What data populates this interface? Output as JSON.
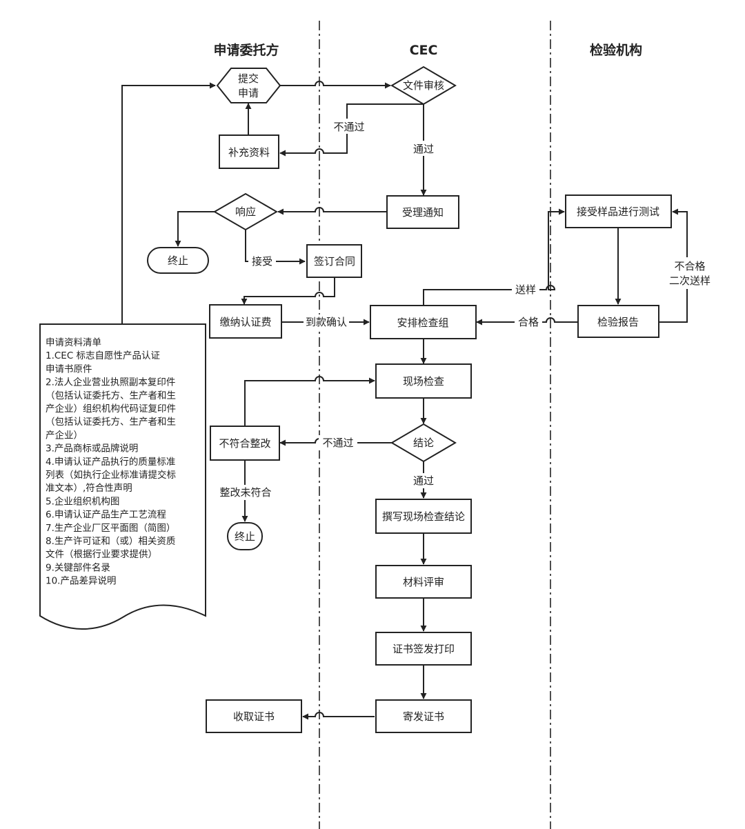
{
  "lanes": {
    "applicant": "申请委托方",
    "cec": "CEC",
    "lab": "检验机构"
  },
  "nodes": {
    "submit_line1": "提交",
    "submit_line2": "申请",
    "doc_review": "文件审核",
    "supplement": "补充资料",
    "accept_notice": "受理通知",
    "respond": "响应",
    "end1": "终止",
    "sign_contract": "签订合同",
    "pay_fee": "缴纳认证费",
    "arrange_team": "安排检查组",
    "sample_test": "接受样品进行测试",
    "test_report": "检验报告",
    "onsite_check": "现场检查",
    "conclusion": "结论",
    "noncompliant": "不符合整改",
    "end2": "终止",
    "write_conclusion": "撰写现场检查结论",
    "material_review": "材料评审",
    "cert_print": "证书签发打印",
    "mail_cert": "寄发证书",
    "receive_cert": "收取证书"
  },
  "edges": {
    "fail1": "不通过",
    "pass1": "通过",
    "accept": "接受",
    "payment_confirm": "到款确认",
    "send_sample": "送样",
    "qualified": "合格",
    "unqualified_line1": "不合格",
    "unqualified_line2": "二次送样",
    "fail2": "不通过",
    "pass2": "通过",
    "rectify_fail": "整改未符合"
  },
  "checklist": {
    "lines": [
      "申请资料清单",
      "1.CEC 标志自愿性产品认证",
      "申请书原件",
      "2.法人企业营业执照副本复印件",
      "（包括认证委托方、生产者和生",
      "产企业）组织机构代码证复印件",
      "（包括认证委托方、生产者和生",
      "产企业）",
      "3.产品商标或品牌说明",
      "4.申请认证产品执行的质量标准",
      "列表（如执行企业标准请提交标",
      "准文本）,符合性声明",
      "5.企业组织机构图",
      "6.申请认证产品生产工艺流程",
      "7.生产企业厂区平面图（简图）",
      "8.生产许可证和（或）相关资质",
      "文件（根据行业要求提供）",
      "9.关键部件名录",
      "10.产品差异说明"
    ]
  }
}
